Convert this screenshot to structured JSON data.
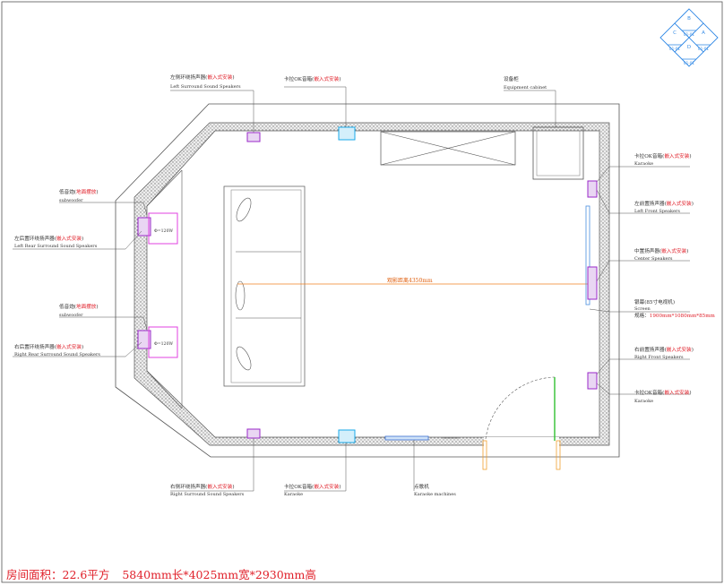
{
  "labels": {
    "left_surround_cn": "左侧环绕扬声器",
    "left_surround_tag": "嵌入式安装",
    "left_surround_en": "Left  Surround Sound Speakers",
    "karaoke_top_cn": "卡拉OK音箱",
    "karaoke_top_tag": "嵌入式安装",
    "equipment_cn": "设备柜",
    "equipment_en": "Equipment cabinet",
    "karaoke_rt_cn": "卡拉OK音箱",
    "karaoke_rt_tag": "嵌入式安装",
    "karaoke_rt_en": "Karaoke",
    "left_front_cn": "左前置扬声器",
    "left_front_tag": "嵌入式安装",
    "left_front_en": "Left Front Speakers",
    "center_cn": "中置扬声器",
    "center_tag": "嵌入式安装",
    "center_en": "Center Speakers",
    "screen_cn": "银幕(85寸电视机)",
    "screen_en": "Screen",
    "screen_spec_cn": "规格：",
    "screen_spec": "1900mm*1080mm*85mm",
    "right_front_cn": "右前置扬声器",
    "right_front_tag": "嵌入式安装",
    "right_front_en": "Right Front Speakers",
    "karaoke_rb_cn": "卡拉OK音箱",
    "karaoke_rb_tag": "嵌入式安装",
    "karaoke_rb_en": "Karaoke",
    "sub_top_cn": "低音炮",
    "sub_top_tag": "地面摆放",
    "sub_top_en": "subwoofer",
    "left_rear_cn": "左后置环绕扬声器",
    "left_rear_tag": "嵌入式安装",
    "left_rear_en": "Left Rear Surround Sound Speakers",
    "sub_bot_cn": "低音炮",
    "sub_bot_tag": "地面摆放",
    "sub_bot_en": "subwoofer",
    "right_rear_cn": "右后置环绕扬声器",
    "right_rear_tag": "嵌入式安装",
    "right_rear_en": "Right Rear Surround Sound Speakers",
    "right_surround_cn": "右侧环绕扬声器",
    "right_surround_tag": "嵌入式安装",
    "right_surround_en": "Right  Surround Sound Speakers",
    "karaoke_bot_cn": "卡拉OK音箱",
    "karaoke_bot_tag": "嵌入式安装",
    "karaoke_bot_en": "Karaoke",
    "machine_cn": "点歌机",
    "machine_en": "Karaoke machines",
    "viewing_distance": "观影距离4350mm",
    "sub_top_size": "Φ=120W",
    "sub_bot_size": "Φ=120W"
  },
  "logo": {
    "cells": [
      "B",
      "C",
      "A",
      "D",
      "01-01",
      "01-01",
      "01-01",
      "01-01"
    ]
  },
  "footer": {
    "area": "房间面积：22.6平方",
    "dimensions": "5840mm长*4025mm宽*2930mm高"
  },
  "colors": {
    "red": "#e0202a",
    "wall_hatch": "#dcdcdc",
    "speaker_purple": "#9a28c8",
    "speaker_cyan": "#1aa9e8",
    "subwoofer_magenta": "#e040e0",
    "distance_orange": "#f08020",
    "screen_blue": "#4a8ee0",
    "door_green": "#30c030",
    "logo_blue": "#3a8ee6"
  }
}
